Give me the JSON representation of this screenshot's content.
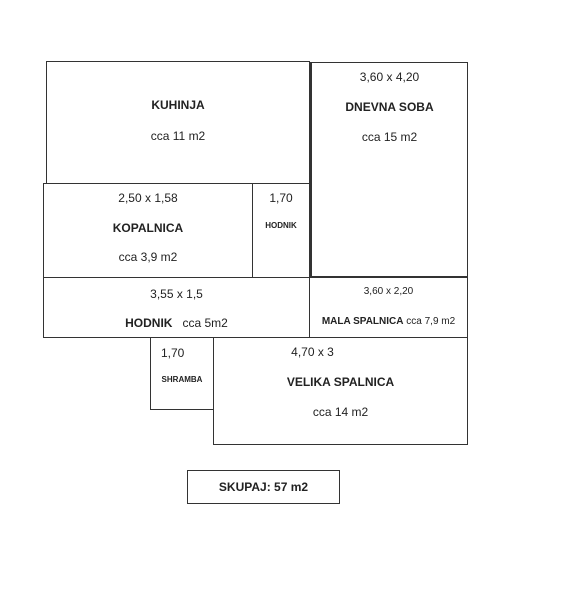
{
  "rooms": {
    "kuhinja": {
      "name": "KUHINJA",
      "area": "cca 11 m2"
    },
    "dnevna_soba": {
      "dim": "3,60 x 4,20",
      "name": "DNEVNA SOBA",
      "area": "cca 15 m2"
    },
    "kopalnica": {
      "dim": "2,50 x 1,58",
      "name": "KOPALNICA",
      "area": "cca 3,9 m2"
    },
    "hodnik_small": {
      "dim": "1,70",
      "name": "HODNIK"
    },
    "hodnik": {
      "dim": "3,55 x 1,5",
      "name": "HODNIK",
      "area": "cca 5m2"
    },
    "mala_spalnica": {
      "dim": "3,60 x 2,20",
      "name": "MALA SPALNICA",
      "area": "cca 7,9 m2"
    },
    "shramba": {
      "dim": "1,70",
      "name": "SHRAMBA"
    },
    "velika_spalnica": {
      "dim": "4,70 x 3",
      "name": "VELIKA SPALNICA",
      "area": "cca 14 m2"
    }
  },
  "total": "SKUPAJ: 57 m2"
}
